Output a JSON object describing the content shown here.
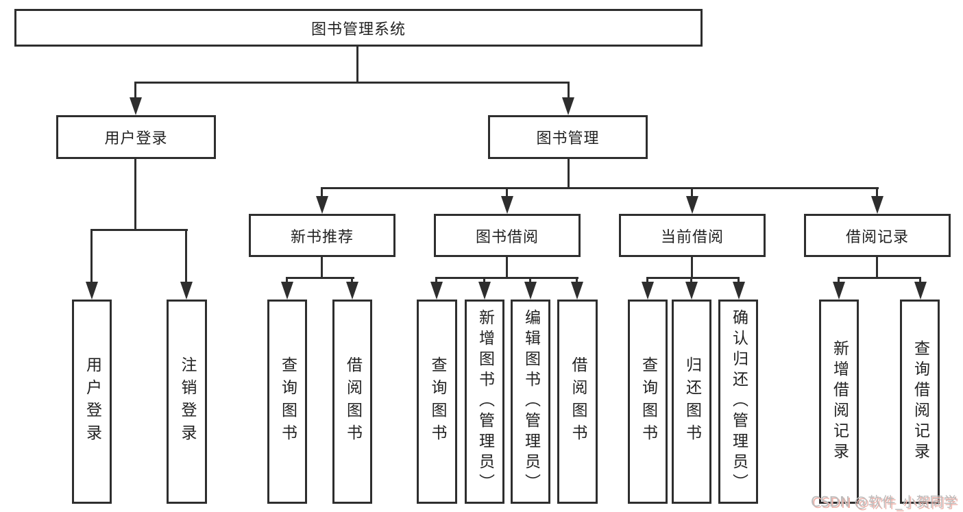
{
  "nodes": {
    "root": {
      "label": "图书管理系统"
    },
    "level2": [
      {
        "label": "用户登录"
      },
      {
        "label": "图书管理"
      }
    ],
    "level3": [
      {
        "label": "新书推荐"
      },
      {
        "label": "图书借阅"
      },
      {
        "label": "当前借阅"
      },
      {
        "label": "借阅记录"
      }
    ],
    "group_user_login": [
      {
        "label": "用户登录"
      },
      {
        "label": "注销登录"
      }
    ],
    "group_new_book": [
      {
        "label": "查询图书"
      },
      {
        "label": "借阅图书"
      }
    ],
    "group_book_borrow": [
      {
        "label": "查询图书"
      },
      {
        "label": "新增图书（管理员）"
      },
      {
        "label": "编辑图书（管理员）"
      },
      {
        "label": "借阅图书"
      }
    ],
    "group_current_borrow": [
      {
        "label": "查询图书"
      },
      {
        "label": "归还图书"
      },
      {
        "label": "确认归还（管理员）"
      }
    ],
    "group_borrow_records": [
      {
        "label": "新增借阅记录"
      },
      {
        "label": "查询借阅记录"
      }
    ]
  },
  "colors": {
    "line": "#2e2e2e",
    "watermark_gray": "#bcbcbc",
    "watermark_red": "#edb3ab"
  },
  "watermark": {
    "text": "CSDN @软件_小贺同学"
  }
}
